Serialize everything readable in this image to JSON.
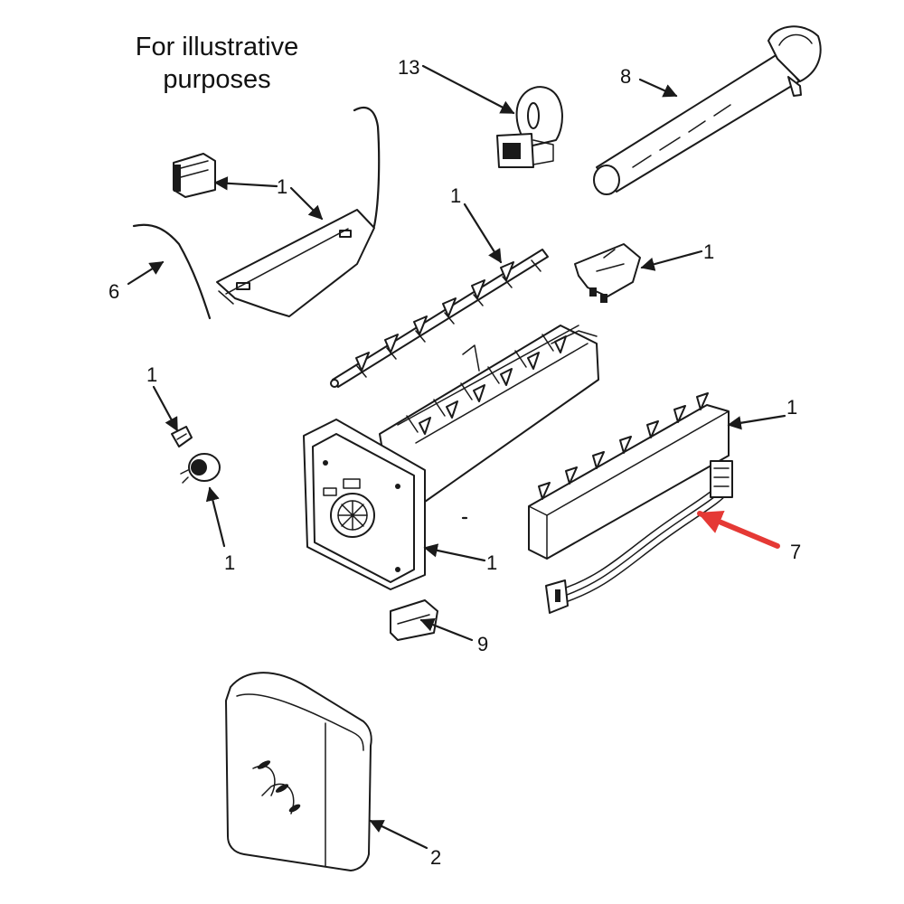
{
  "caption": {
    "line1": "For illustrative",
    "line2": "purposes"
  },
  "accent_color": "#e53935",
  "callouts": [
    {
      "id": "c13",
      "text": "13"
    },
    {
      "id": "c8",
      "text": "8"
    },
    {
      "id": "c1a",
      "text": "1"
    },
    {
      "id": "c6",
      "text": "6"
    },
    {
      "id": "c1b",
      "text": "1"
    },
    {
      "id": "c1c",
      "text": "1"
    },
    {
      "id": "c1d",
      "text": "1"
    },
    {
      "id": "c1e",
      "text": "1"
    },
    {
      "id": "c1f",
      "text": "1"
    },
    {
      "id": "c1g",
      "text": "1"
    },
    {
      "id": "c7",
      "text": "7"
    },
    {
      "id": "c9",
      "text": "9"
    },
    {
      "id": "c2",
      "text": "2"
    }
  ]
}
